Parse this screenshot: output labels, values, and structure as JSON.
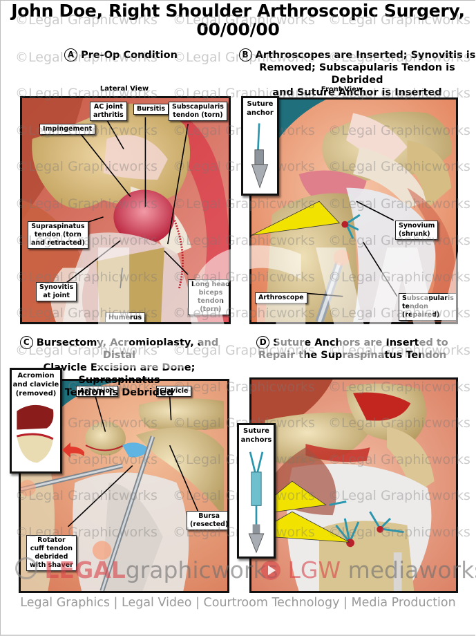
{
  "title": {
    "line1": "John Doe, Right Shoulder Arthroscopic Surgery,",
    "line2": "00/00/00"
  },
  "watermark": {
    "text": "©Legal Graphicworks",
    "brand_left_red": "LEGAL",
    "brand_left_gray": "graphicworks",
    "brand_right_red": "LGW",
    "brand_right_gray": "mediaworks",
    "big_logo": "LGW",
    "tagline": "Legal Graphics | Legal Video | Courtroom Technology | Media Production",
    "colors": {
      "red": "#d9434a",
      "gray": "#8a8a8a"
    }
  },
  "panels": [
    {
      "letter": "A",
      "title": "Pre-Op Condition",
      "view": "Lateral View",
      "labels": {
        "ac_joint": "AC joint\narthritis",
        "bursitis": "Bursitis",
        "subscapularis": "Subscapularis\ntendon (torn)",
        "impingement": "Impingement",
        "supraspinatus": "Supraspinatus\ntendon (torn\nand retracted)",
        "synovitis": "Synovitis\nat joint",
        "humerus": "Humerus",
        "biceps": "Long head\nbiceps\ntendon\n(torn)"
      }
    },
    {
      "letter": "B",
      "title_lines": [
        "Arthroscopes are Inserted; Synovitis is",
        "Removed; Subscapularis Tendon is Debrided",
        "and Suture Anchor is Inserted"
      ],
      "view": "Front View",
      "inset": "Suture\nanchor",
      "labels": {
        "synovium": "Synovium\n(shrunk)",
        "arthroscope": "Arthroscope",
        "subscapularis": "Subscapularis\ntendon\n(repaired)"
      }
    },
    {
      "letter": "C",
      "title_lines": [
        "Bursectomy, Acromioplasty, and Distal",
        "Clavicle Excision are Done; Supraspinatus",
        "Tendon is Debrided"
      ],
      "inset": "Acromion\nand clavicle\n(removed)",
      "labels": {
        "acromion": "Acromion",
        "clavicle": "Clavicle",
        "bursa": "Bursa\n(resected)",
        "rotator": "Rotator\ncuff tendon\ndebrided\nwith shaver"
      }
    },
    {
      "letter": "D",
      "title_lines": [
        "Suture Anchors are Inserted to",
        "Repair the Supraspinatus Tendon"
      ],
      "inset": "Suture\nanchors"
    }
  ]
}
